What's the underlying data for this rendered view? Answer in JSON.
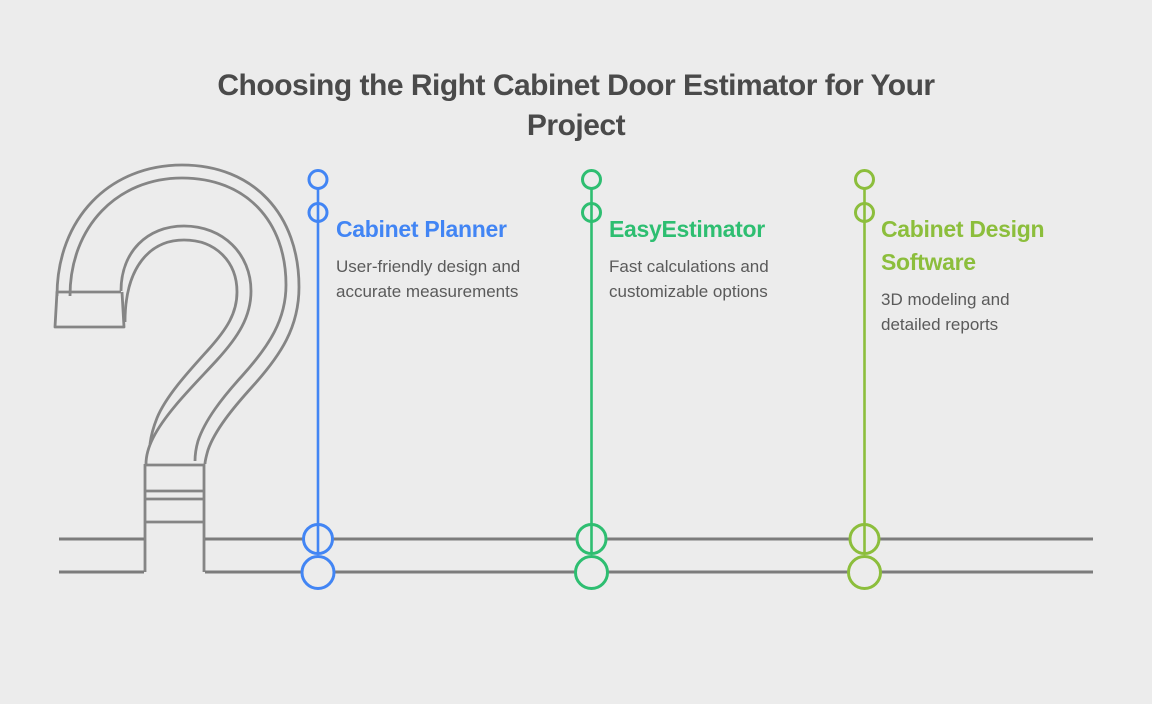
{
  "title_lines": [
    "Choosing the Right Cabinet Door Estimator for Your",
    "Project"
  ],
  "colors": {
    "bg": "#ECECEC",
    "title": "#4A4A4A",
    "bodytext": "#5A5A5A",
    "line": "#7C7C7C",
    "qmark": "#858585",
    "col1": "#4285F4",
    "col2": "#2EBE71",
    "col3": "#8CBE3C"
  },
  "columns": [
    {
      "id": "cabinet-planner",
      "heading_lines": [
        "Cabinet Planner",
        ""
      ],
      "desc_lines": [
        "User-friendly design and",
        "accurate measurements"
      ]
    },
    {
      "id": "easyestimator",
      "heading_lines": [
        "EasyEstimator",
        ""
      ],
      "desc_lines": [
        "Fast calculations and",
        "customizable options"
      ]
    },
    {
      "id": "cabinet-design-software",
      "heading_lines": [
        "Cabinet Design",
        "Software"
      ],
      "desc_lines": [
        "3D modeling and",
        "detailed reports"
      ]
    }
  ],
  "decor": {
    "question_mark": "3d-outline-question-mark",
    "baseline_rails": 2,
    "timeline_columns": 3
  }
}
